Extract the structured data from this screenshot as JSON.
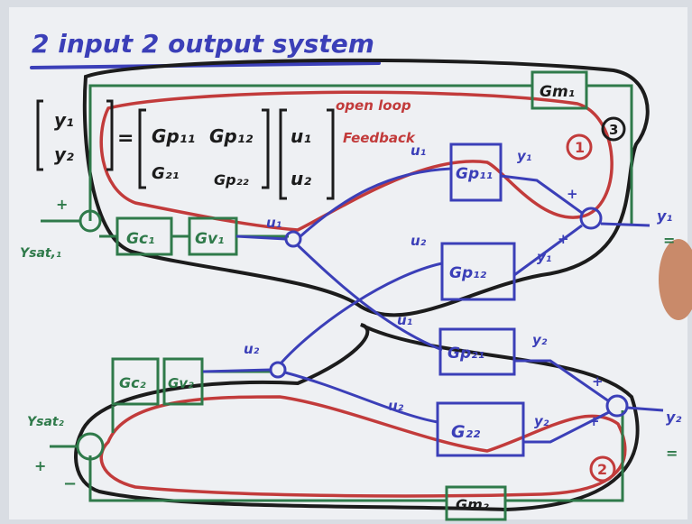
{
  "title": "2 input 2 output system",
  "matrix": {
    "lhs_top": "y₁",
    "lhs_bottom": "y₂",
    "equals": "=",
    "g11": "Gp₁₁",
    "g12": "Gp₁₂",
    "g21": "G₂₁",
    "g22": "Gp₂₂",
    "u_top": "u₁",
    "u_bottom": "u₂"
  },
  "annotations": {
    "open_loop": "open loop",
    "feedback": "Feedback",
    "loop1": "1",
    "loop2": "2",
    "loop3": "3"
  },
  "blocks": {
    "gc1": "Gc₁",
    "gv1": "Gv₁",
    "gc2": "Gc₂",
    "gv2": "Gv₂",
    "gm1": "Gm₁",
    "gm2": "Gm₂",
    "gp11": "Gp₁₁",
    "gp12": "Gp₁₂",
    "gp21": "Gp₂₁",
    "gp22": "G₂₂"
  },
  "signals": {
    "ysp1": "Ysat,₁",
    "ysp2": "Ysat₂",
    "u1_node": "u₁",
    "u2_node": "u₂",
    "u1_a": "u₁",
    "u2_a": "u₂",
    "u1_b": "u₁",
    "u2_b": "u₂",
    "y1_a": "y₁",
    "y1_b": "y₁",
    "y2_a": "y₂",
    "y2_b": "y₂",
    "y1_out": "y₁",
    "y2_out": "y₂",
    "plus": "+",
    "minus": "−",
    "eq": "="
  },
  "colors": {
    "board": "#eef0f3",
    "blue": "#3b3fb8",
    "green": "#2f7a4a",
    "red": "#c23b3b",
    "black": "#1c1c1c",
    "skin": "#c98a6a"
  }
}
